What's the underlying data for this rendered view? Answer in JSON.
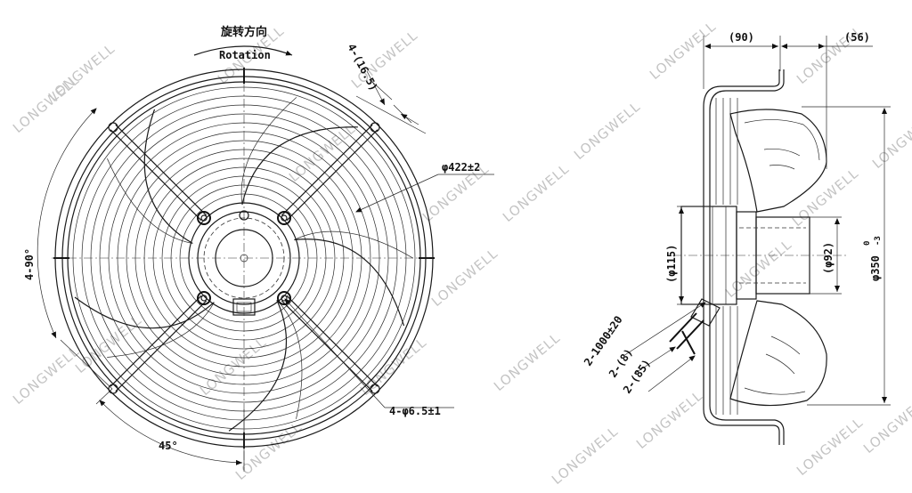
{
  "front_view": {
    "rotation_cn": "旋转方向",
    "rotation_en": "Rotation",
    "notch_label": "4-(16.5)",
    "outer_diameter": "φ422±2",
    "mount_angle": "4-90°",
    "offset_angle": "45°",
    "hole_label": "4-φ6.5±1"
  },
  "side_view": {
    "depth_guard": "(90)",
    "depth_blade": "(56)",
    "hub_diameter": "(φ115)",
    "motor_diameter": "(φ92)",
    "blade_diameter": "φ350",
    "blade_tolerance_upper": "0",
    "blade_tolerance_lower": "-3",
    "cable_length": "2-1000±20",
    "cable_a": "2-(8)",
    "cable_b": "2-(85)"
  },
  "watermark": {
    "text": "LONGWELL"
  }
}
